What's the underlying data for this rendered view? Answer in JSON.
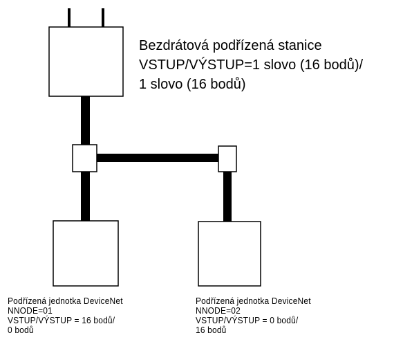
{
  "wireless_slave": {
    "lines": [
      "Bezdrátová podřízená stanice",
      "VSTUP/VÝSTUP=1 slovo (16 bodů)/",
      "1 slovo (16 bodů)"
    ]
  },
  "slave_left": {
    "lines": [
      "Podřízená jednotka DeviceNet",
      "NNODE=01",
      "VSTUP/VÝSTUP = 16 bodů/",
      "0 bodů"
    ]
  },
  "slave_right": {
    "lines": [
      "Podřízená jednotka DeviceNet",
      "NNODE=02",
      "VSTUP/VÝSTUP = 0 bodů/",
      "16 bodů"
    ]
  }
}
